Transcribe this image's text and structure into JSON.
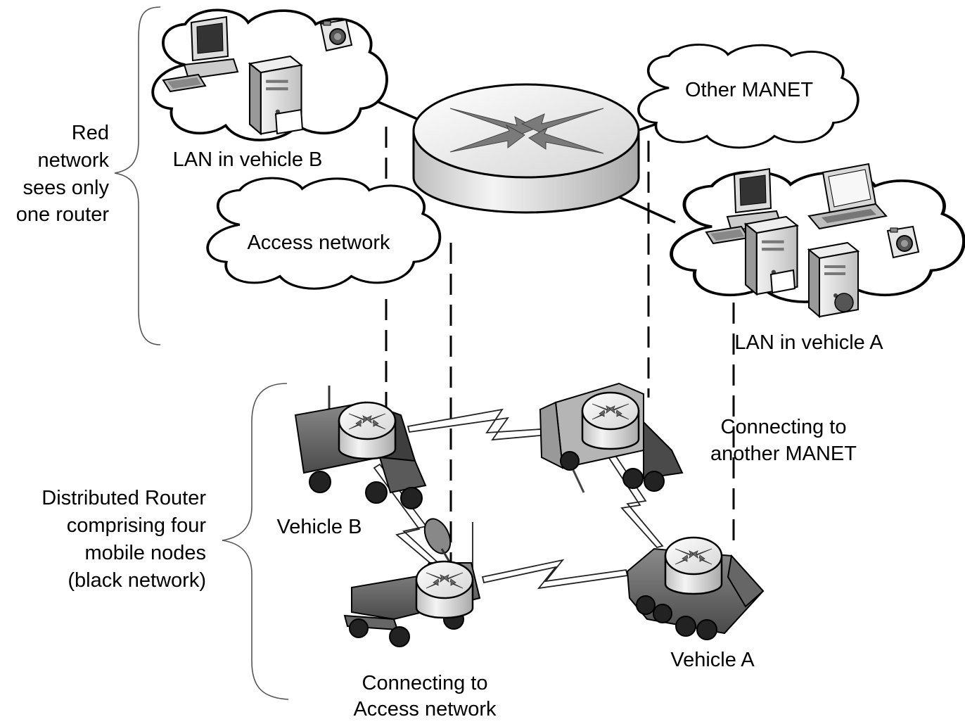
{
  "labels": {
    "red_network": [
      "Red",
      "network",
      "sees only",
      "one router"
    ],
    "distributed_router": [
      "Distributed Router",
      "comprising four",
      "mobile nodes",
      "(black network)"
    ],
    "lan_vehicle_b": "LAN in vehicle B",
    "lan_vehicle_a": "LAN in vehicle A",
    "access_network": "Access network",
    "other_manet": "Other MANET",
    "vehicle_a": "Vehicle A",
    "vehicle_b": "Vehicle B",
    "connecting_access": [
      "Connecting to",
      "Access network"
    ],
    "connecting_manet": [
      "Connecting to",
      "another MANET"
    ]
  },
  "icons": [
    "router-icon",
    "computer-icon",
    "server-icon",
    "camera-icon",
    "laptop-icon",
    "truck-icon",
    "armored-vehicle-icon",
    "satellite-dish-icon"
  ]
}
